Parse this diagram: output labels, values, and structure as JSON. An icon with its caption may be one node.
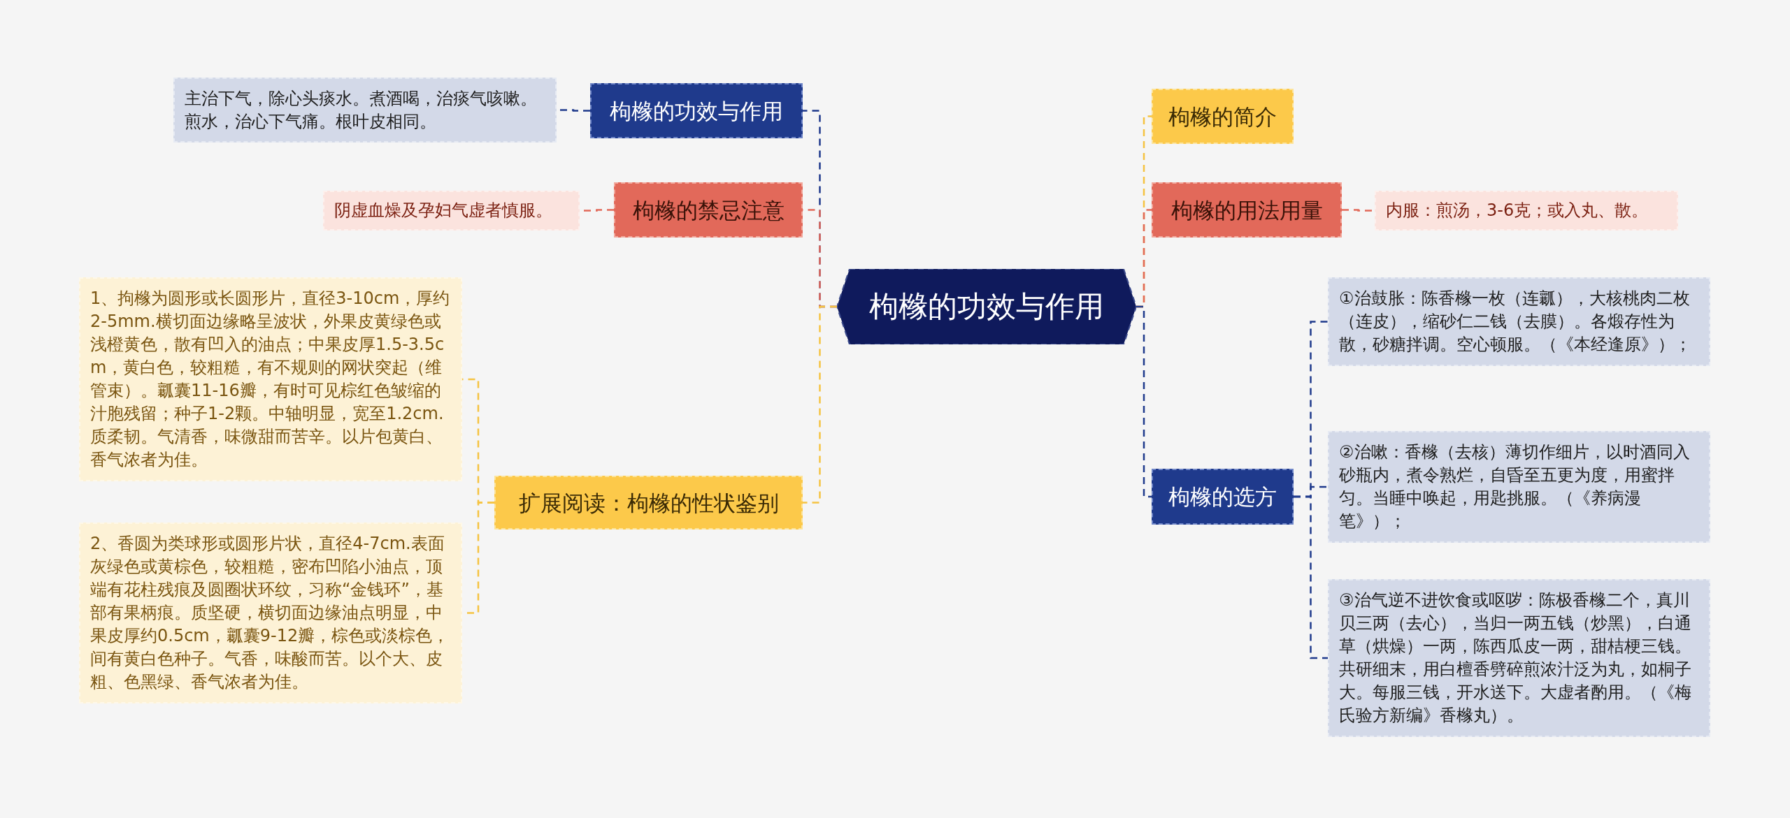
{
  "diagram": {
    "nodes": [
      {
        "text": [
          "枸橼的功效与作用"
        ]
      },
      {
        "text": [
          "枸橼的功效与作用"
        ]
      },
      {
        "text": [
          "主治下气，除心头痰水。煮酒喝，治痰气咳嗽。煎水，治心下气痛。根叶皮相同。"
        ]
      },
      {
        "text": [
          "枸橼的禁忌注意"
        ]
      },
      {
        "text": [
          "阴虚血燥及孕妇气虚者慎服。"
        ]
      },
      {
        "text": [
          "扩展阅读：枸橼的性状鉴别"
        ]
      },
      {
        "text": [
          "1、拘橼为圆形或长圆形片，直径3-10cm，厚约2-5mm.横切面边缘略呈波状，外果皮黄绿色或浅橙黄色，散有凹入的油点；中果皮厚1.5-3.5cm，黄白色，较粗糙，有不规则的网状突起（维管束）。瓤囊11-16瓣，有时可见棕红色皱缩的汁胞残留；种子1-2颗。中轴明显，宽至1.2cm.质柔韧。气清香，味微甜而苦辛。以片包黄白、香气浓者为佳。"
        ]
      },
      {
        "text": [
          "2、香圆为类球形或圆形片状，直径4-7cm.表面灰绿色或黄棕色，较粗糙，密布凹陷小油点，顶端有花柱残痕及圆圈状环纹，习称“金钱环”，基部有果柄痕。质坚硬，横切面边缘油点明显，中果皮厚约0.5cm，瓤囊9-12瓣，棕色或淡棕色，间有黄白色种子。气香，味酸而苦。以个大、皮粗、色黑绿、香气浓者为佳。"
        ]
      },
      {
        "text": [
          "枸橼的简介"
        ]
      },
      {
        "text": [
          "枸橼的用法用量"
        ]
      },
      {
        "text": [
          "内服：煎汤，3-6克；或入丸、散。"
        ]
      },
      {
        "text": [
          "枸橼的选方"
        ]
      },
      {
        "text": [
          "①治鼓胀：陈香橼一枚（连瓤），大核桃肉二枚（连皮），缩砂仁二钱（去膜）。各煅存性为散，砂糖拌调。空心顿服。（《本经逢原》）；"
        ]
      },
      {
        "text": [
          "②治嗽：香橼（去核）薄切作细片，以时酒同入砂瓶内，煮令熟烂，自昏至五更为度，用蜜拌匀。当睡中唤起，用匙挑服。（《养病漫笔》）；"
        ]
      },
      {
        "text": [
          "③治气逆不进饮食或呕哕：陈极香橼二个，真川贝三两（去心），当归一两五钱（炒黑），白通草（烘燥）一两，陈西瓜皮一两，甜桔梗三钱。共研细末，用白檀香劈碎煎浓汁泛为丸，如桐子大。每服三钱，开水送下。大虚者酌用。（《梅氏验方新编》香橼丸）。"
        ]
      }
    ],
    "edges": [
      {
        "from": 0,
        "to": 1,
        "arrow": "none",
        "style": "dashed",
        "color": "#1f3a8c"
      },
      {
        "from": 0,
        "to": 3,
        "arrow": "none",
        "style": "dashed",
        "color": "#e2695a"
      },
      {
        "from": 0,
        "to": 5,
        "arrow": "none",
        "style": "dashed",
        "color": "#f5c342"
      },
      {
        "from": 0,
        "to": 8,
        "arrow": "none",
        "style": "dashed",
        "color": "#f5c342"
      },
      {
        "from": 0,
        "to": 9,
        "arrow": "none",
        "style": "dashed",
        "color": "#e2695a"
      },
      {
        "from": 0,
        "to": 11,
        "arrow": "none",
        "style": "dashed",
        "color": "#1f3a8c"
      },
      {
        "from": 1,
        "to": 2,
        "arrow": "none",
        "style": "dashed",
        "color": "#1f3a8c"
      },
      {
        "from": 3,
        "to": 4,
        "arrow": "none",
        "style": "dashed",
        "color": "#e2695a"
      },
      {
        "from": 5,
        "to": 6,
        "arrow": "none",
        "style": "dashed",
        "color": "#f5c342"
      },
      {
        "from": 5,
        "to": 7,
        "arrow": "none",
        "style": "dashed",
        "color": "#f5c342"
      },
      {
        "from": 9,
        "to": 10,
        "arrow": "none",
        "style": "dashed",
        "color": "#e2695a"
      },
      {
        "from": 11,
        "to": 12,
        "arrow": "none",
        "style": "dashed",
        "color": "#1f3a8c"
      },
      {
        "from": 11,
        "to": 13,
        "arrow": "none",
        "style": "dashed",
        "color": "#1f3a8c"
      },
      {
        "from": 11,
        "to": 14,
        "arrow": "none",
        "style": "dashed",
        "color": "#1f3a8c"
      }
    ]
  }
}
